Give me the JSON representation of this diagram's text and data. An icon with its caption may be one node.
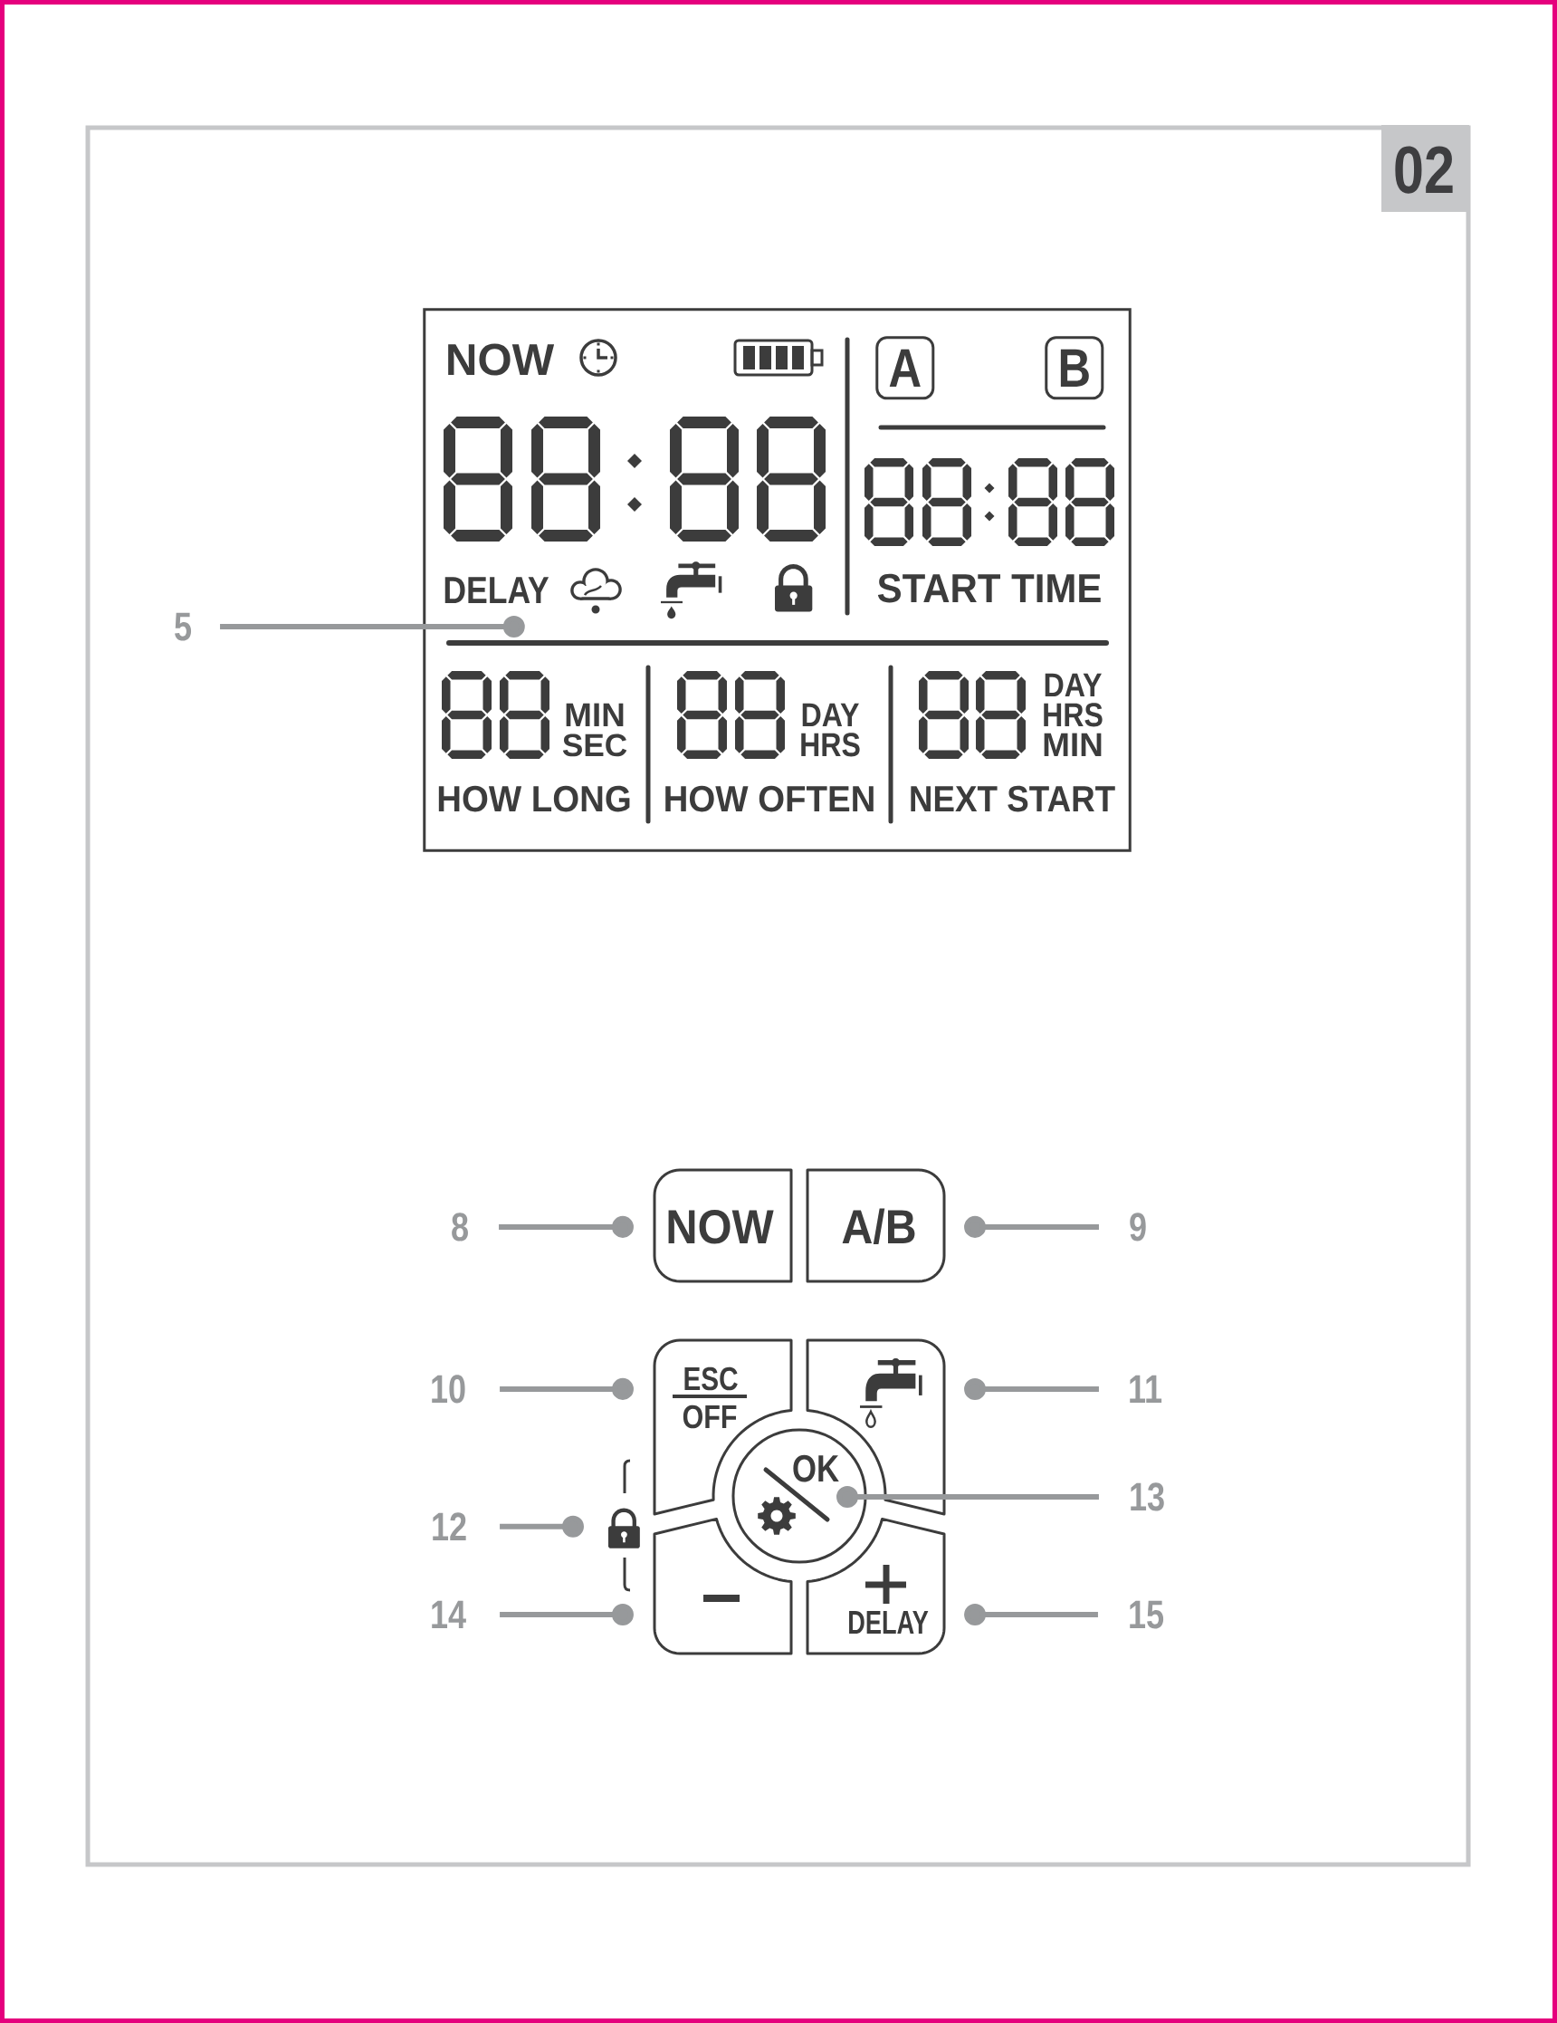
{
  "diagram": {
    "nodes": [
      {
        "text": [
          "02"
        ]
      },
      {
        "text": [
          "NOW",
          "DELAY",
          "START TIME",
          "MIN",
          "SEC",
          "HOW LONG",
          "DAY",
          "HRS",
          "HOW OFTEN",
          "DAY",
          "HRS",
          "MIN",
          "NEXT START"
        ]
      },
      {
        "text": [
          "A"
        ],
        "in": 1
      },
      {
        "text": [
          "B"
        ],
        "in": 1
      },
      {
        "text": [
          "5"
        ]
      },
      {
        "text": [
          "8"
        ]
      },
      {
        "text": [
          "NOW"
        ]
      },
      {
        "text": [
          "A/B"
        ]
      },
      {
        "text": [
          "9"
        ]
      },
      {
        "text": [
          "10"
        ]
      },
      {
        "text": [
          "ESC",
          "OFF"
        ]
      },
      {
        "text": [],
        "shape": "box"
      },
      {
        "text": [
          "11"
        ]
      },
      {
        "text": [
          "12"
        ]
      },
      {
        "text": [],
        "shape": "picture"
      },
      {
        "text": [
          "OK"
        ]
      },
      {
        "text": [
          "13"
        ]
      },
      {
        "text": [
          "14"
        ]
      },
      {
        "text": [],
        "shape": "box"
      },
      {
        "text": [
          "DELAY"
        ]
      },
      {
        "text": [
          "15"
        ]
      }
    ],
    "edges": [
      {
        "from": 4,
        "to": 1,
        "arrow": "other"
      },
      {
        "from": 5,
        "to": 6,
        "arrow": "other"
      },
      {
        "from": 8,
        "to": 7,
        "arrow": "other"
      },
      {
        "from": 9,
        "to": 10,
        "arrow": "other"
      },
      {
        "from": 12,
        "to": 11,
        "arrow": "other"
      },
      {
        "from": 13,
        "to": 14,
        "arrow": "other"
      },
      {
        "from": 16,
        "to": 15,
        "arrow": "other"
      },
      {
        "from": 17,
        "to": 18,
        "arrow": "other"
      },
      {
        "from": 20,
        "to": 19,
        "arrow": "other"
      }
    ]
  }
}
